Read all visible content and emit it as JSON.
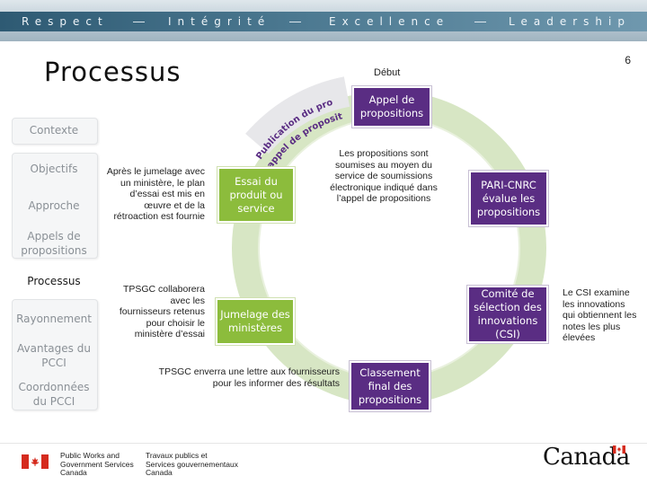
{
  "banner": {
    "words": [
      "Respect",
      "Intégrité",
      "Excellence",
      "Leadership"
    ],
    "dash": "—"
  },
  "page_number": "6",
  "title": "Processus",
  "sidebar": {
    "items": [
      {
        "label": "Contexte",
        "active": false
      },
      {
        "label": "Objectifs",
        "active": false
      },
      {
        "label": "Approche",
        "active": false
      },
      {
        "label": "Appels de propositions",
        "active": false
      },
      {
        "label": "Processus",
        "active": true
      },
      {
        "label": "Rayonnement",
        "active": false
      },
      {
        "label": "Avantages du PCCI",
        "active": false
      },
      {
        "label": "Coordonnées du PCCI",
        "active": false
      }
    ]
  },
  "diagram": {
    "start_label": "Début",
    "arc_text_line1": "Publication du prochain",
    "arc_text_line2": "appel de propositions",
    "colors": {
      "purple": "#5a2d83",
      "green": "#8cbc3c",
      "ring": "#d7e6c4",
      "arc_text": "#5a2d83"
    },
    "steps": [
      {
        "label": "Appel de propositions",
        "style": "purple"
      },
      {
        "label": "PARI-CNRC évalue les propositions",
        "style": "purple"
      },
      {
        "label": "Comité de sélection des innovations (CSI)",
        "style": "purple"
      },
      {
        "label": "Classement final des propositions",
        "style": "purple"
      },
      {
        "label": "Jumelage des ministères",
        "style": "green"
      },
      {
        "label": "Essai du produit ou service",
        "style": "green"
      }
    ],
    "notes": {
      "submission": "Les propositions sont soumises au moyen du service de soumissions électronique indiqué dans l’appel de propositions",
      "csi": "Le CSI examine les innovations qui obtiennent les notes les plus élevées",
      "letter": "TPSGC enverra une lettre aux fournisseurs pour les informer des résultats",
      "collaborate": "TPSGC collaborera avec les fournisseurs retenus pour choisir le ministère d’essai",
      "pairing": "Après le jumelage avec un ministère, le plan d’essai est mis en œuvre et de la rétroaction est fournie"
    }
  },
  "footer": {
    "dept_en_line1": "Public Works and",
    "dept_en_line2": "Government Services",
    "dept_en_line3": "Canada",
    "dept_fr_line1": "Travaux publics et",
    "dept_fr_line2": "Services gouvernementaux",
    "dept_fr_line3": "Canada",
    "wordmark": "Canada"
  }
}
